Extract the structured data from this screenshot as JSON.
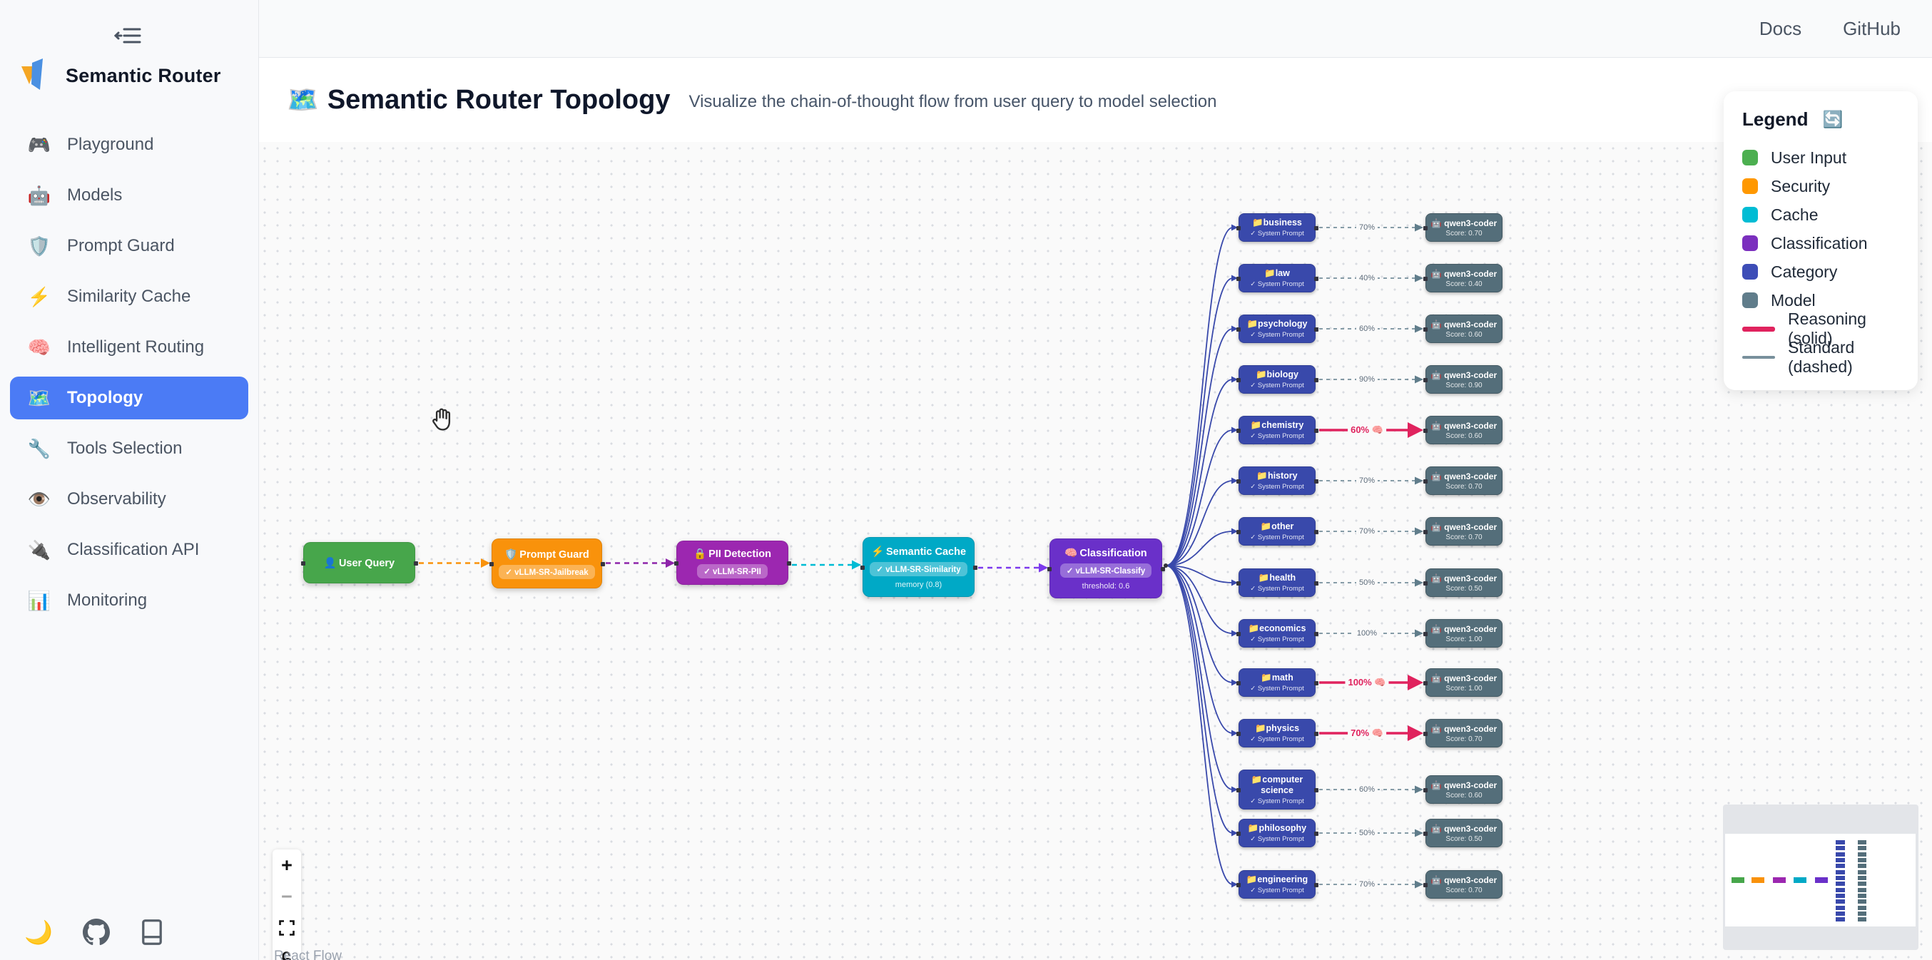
{
  "topbar": {
    "links": [
      "Docs",
      "GitHub"
    ]
  },
  "sidebar": {
    "brand": "Semantic Router",
    "collapse_icon": "collapse-sidebar",
    "items": [
      {
        "icon": "🎮",
        "label": "Playground",
        "active": false
      },
      {
        "icon": "🤖",
        "label": "Models",
        "active": false
      },
      {
        "icon": "🛡️",
        "label": "Prompt Guard",
        "active": false
      },
      {
        "icon": "⚡",
        "label": "Similarity Cache",
        "active": false
      },
      {
        "icon": "🧠",
        "label": "Intelligent Routing",
        "active": false
      },
      {
        "icon": "🗺️",
        "label": "Topology",
        "active": true
      },
      {
        "icon": "🔧",
        "label": "Tools Selection",
        "active": false
      },
      {
        "icon": "👁️",
        "label": "Observability",
        "active": false
      },
      {
        "icon": "🔌",
        "label": "Classification API",
        "active": false
      },
      {
        "icon": "📊",
        "label": "Monitoring",
        "active": false
      }
    ],
    "footer": {
      "theme_icon": "🌙",
      "github_icon": "github-mark",
      "docs_icon": "book"
    }
  },
  "header": {
    "icon": "🗺️",
    "title": "Semantic Router Topology",
    "subtitle": "Visualize the chain-of-thought flow from user query to model selection"
  },
  "legend": {
    "title": "Legend",
    "refresh_icon": "🔄",
    "items": [
      {
        "label": "User Input",
        "color": "#4caf50"
      },
      {
        "label": "Security",
        "color": "#ff9800"
      },
      {
        "label": "Cache",
        "color": "#00bcd4"
      },
      {
        "label": "Classification",
        "color": "#7b2fbe"
      },
      {
        "label": "Category",
        "color": "#3d4db7"
      },
      {
        "label": "Model",
        "color": "#607d8b"
      }
    ],
    "lines": [
      {
        "label": "Reasoning (solid)",
        "color": "#e0235e",
        "style": "solid"
      },
      {
        "label": "Standard (dashed)",
        "color": "#78909c",
        "style": "dashed"
      }
    ]
  },
  "flow": {
    "pipeline": [
      {
        "icon": "👤",
        "title": "User Query",
        "badge": "",
        "subtext": "",
        "color": "#47a64b"
      },
      {
        "icon": "🛡️",
        "title": "Prompt Guard",
        "badge": "✓ vLLM-SR-Jailbreak",
        "subtext": "",
        "color": "#f9920b"
      },
      {
        "icon": "🔒",
        "title": "PII Detection",
        "badge": "✓ vLLM-SR-PII",
        "subtext": "",
        "color": "#9c27b0"
      },
      {
        "icon": "⚡",
        "title": "Semantic Cache",
        "badge": "✓ vLLM-SR-Similarity",
        "subtext": "memory (0.8)",
        "color": "#00a9c6"
      },
      {
        "icon": "🧠",
        "title": "Classification",
        "badge": "✓ vLLM-SR-Classify",
        "subtext": "threshold: 0.6",
        "color": "#6a30c9"
      }
    ],
    "pipeline_edge_colors": [
      "#f9920b",
      "#8e24aa",
      "#00bcd4",
      "#7c3aed"
    ],
    "category_icon": "📁",
    "category_subtext": "✓ System Prompt",
    "model_icon": "🤖",
    "model_name": "qwen3-coder",
    "categories": [
      {
        "name": "business",
        "label": "70%",
        "score": "Score: 0.70",
        "reasoning": false
      },
      {
        "name": "law",
        "label": "40%",
        "score": "Score: 0.40",
        "reasoning": false
      },
      {
        "name": "psychology",
        "label": "60%",
        "score": "Score: 0.60",
        "reasoning": false
      },
      {
        "name": "biology",
        "label": "90%",
        "score": "Score: 0.90",
        "reasoning": false
      },
      {
        "name": "chemistry",
        "label": "60% 🧠",
        "score": "Score: 0.60",
        "reasoning": true
      },
      {
        "name": "history",
        "label": "70%",
        "score": "Score: 0.70",
        "reasoning": false
      },
      {
        "name": "other",
        "label": "70%",
        "score": "Score: 0.70",
        "reasoning": false
      },
      {
        "name": "health",
        "label": "50%",
        "score": "Score: 0.50",
        "reasoning": false
      },
      {
        "name": "economics",
        "label": "100%",
        "score": "Score: 1.00",
        "reasoning": false
      },
      {
        "name": "math",
        "label": "100% 🧠",
        "score": "Score: 1.00",
        "reasoning": true
      },
      {
        "name": "physics",
        "label": "70% 🧠",
        "score": "Score: 0.70",
        "reasoning": true
      },
      {
        "name": "computer science",
        "label": "60%",
        "score": "Score: 0.60",
        "reasoning": false
      },
      {
        "name": "philosophy",
        "label": "50%",
        "score": "Score: 0.50",
        "reasoning": false
      },
      {
        "name": "engineering",
        "label": "70%",
        "score": "Score: 0.70",
        "reasoning": false
      }
    ],
    "colors": {
      "category_node": "#3949ab",
      "model_node": "#546e7a",
      "fan_edge": "#3949ab",
      "standard_edge": "#607d8b",
      "reasoning_edge": "#e0235e"
    }
  },
  "controls": {
    "zoom_in": "+",
    "zoom_out": "−",
    "fit_view_icon": "fit-view",
    "lock_icon": "lock-open"
  },
  "attribution": "React Flow"
}
